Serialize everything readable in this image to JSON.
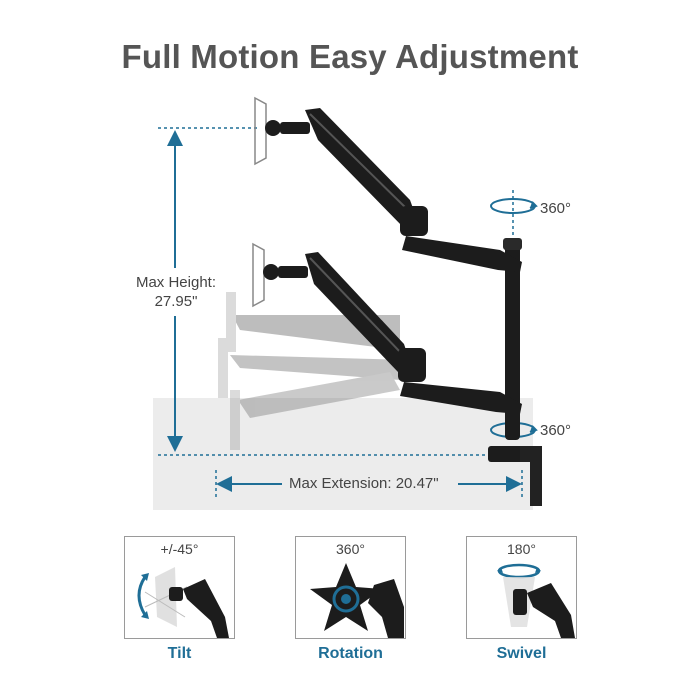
{
  "title": "Full Motion Easy Adjustment",
  "dimensions": {
    "max_height_label": "Max Height:",
    "max_height_value": "27.95\"",
    "max_extension": "Max Extension: 20.47\"",
    "pole_rotation_top": "360°",
    "pole_rotation_bottom": "360°"
  },
  "insets": [
    {
      "name": "Tilt",
      "angle": "+/-45°"
    },
    {
      "name": "Rotation",
      "angle": "360°"
    },
    {
      "name": "Swivel",
      "angle": "180°"
    }
  ],
  "colors": {
    "title": "#555555",
    "accent_blue": "#1f6e96",
    "arm_black": "#1c1c1c",
    "desk_zone": "#ececec"
  }
}
